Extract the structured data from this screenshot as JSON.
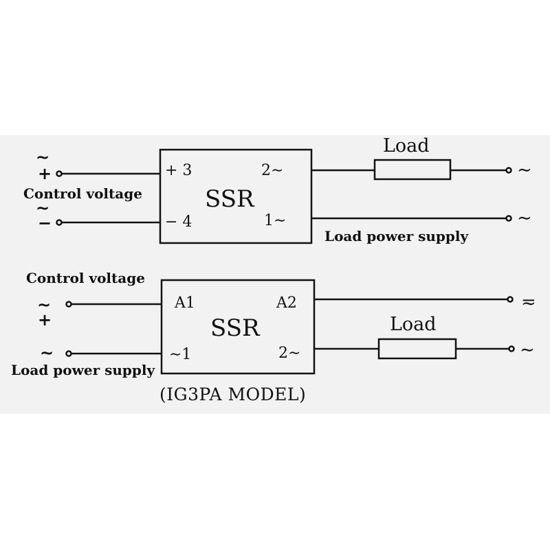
{
  "colors": {
    "page": "#ffffff",
    "panel": "#f2f2f2",
    "ink": "#111111"
  },
  "top_circuit": {
    "control_label": "Control voltage",
    "input_plus": "+",
    "input_minus": "−",
    "input_ac_mark": "~",
    "ssr_label": "SSR",
    "pin_3": "+ 3",
    "pin_4": "− 4",
    "pin_2": "2∼",
    "pin_1": "1∼",
    "load_label": "Load",
    "load_supply_label": "Load power supply",
    "terminal_top": "∼",
    "terminal_bottom": "∼"
  },
  "bottom_circuit": {
    "control_label": "Control voltage",
    "input_ac_mark": "~",
    "input_plus": "+",
    "input_ac_mark_2": "~",
    "load_supply_label": "Load power supply",
    "ssr_label": "SSR",
    "pin_a1": "A1",
    "pin_a2": "A2",
    "pin_1": "∼1",
    "pin_2": "2∼",
    "load_label": "Load",
    "model_label": "(IG3PA MODEL)",
    "terminal_top": "≂",
    "terminal_bottom": "∼"
  }
}
